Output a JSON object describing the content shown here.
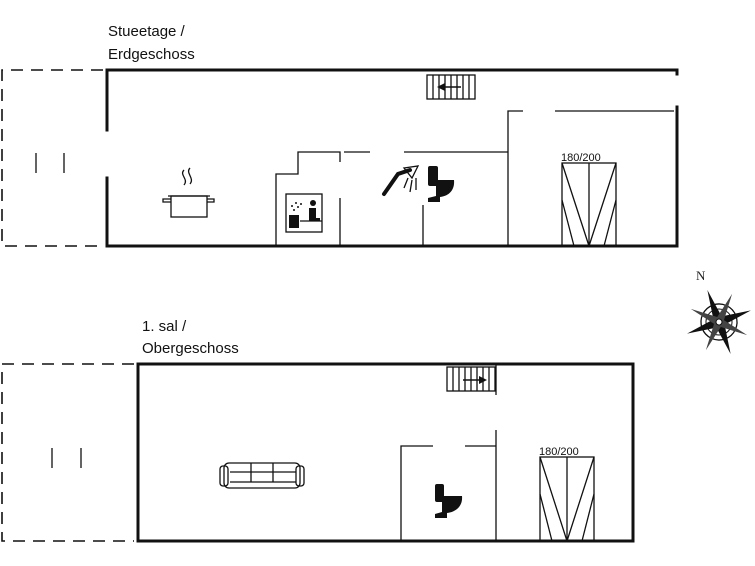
{
  "floors": [
    {
      "label_line1": "Stueetage /",
      "label_line2": "Erdgeschoss",
      "bed_label": "180/200"
    },
    {
      "label_line1": "1. sal /",
      "label_line2": "Obergeschoss",
      "bed_label": "180/200"
    }
  ],
  "compass": {
    "north_label": "N"
  },
  "icons": {
    "ground": [
      "terrace-area",
      "stairs-icon",
      "cooking-pot-icon",
      "sauna-icon",
      "shower-icon",
      "toilet-icon",
      "double-bed-icon"
    ],
    "upper": [
      "terrace-area",
      "stairs-icon",
      "sofa-icon",
      "toilet-icon",
      "double-bed-icon"
    ],
    "extra": [
      "compass-rose-icon"
    ]
  }
}
